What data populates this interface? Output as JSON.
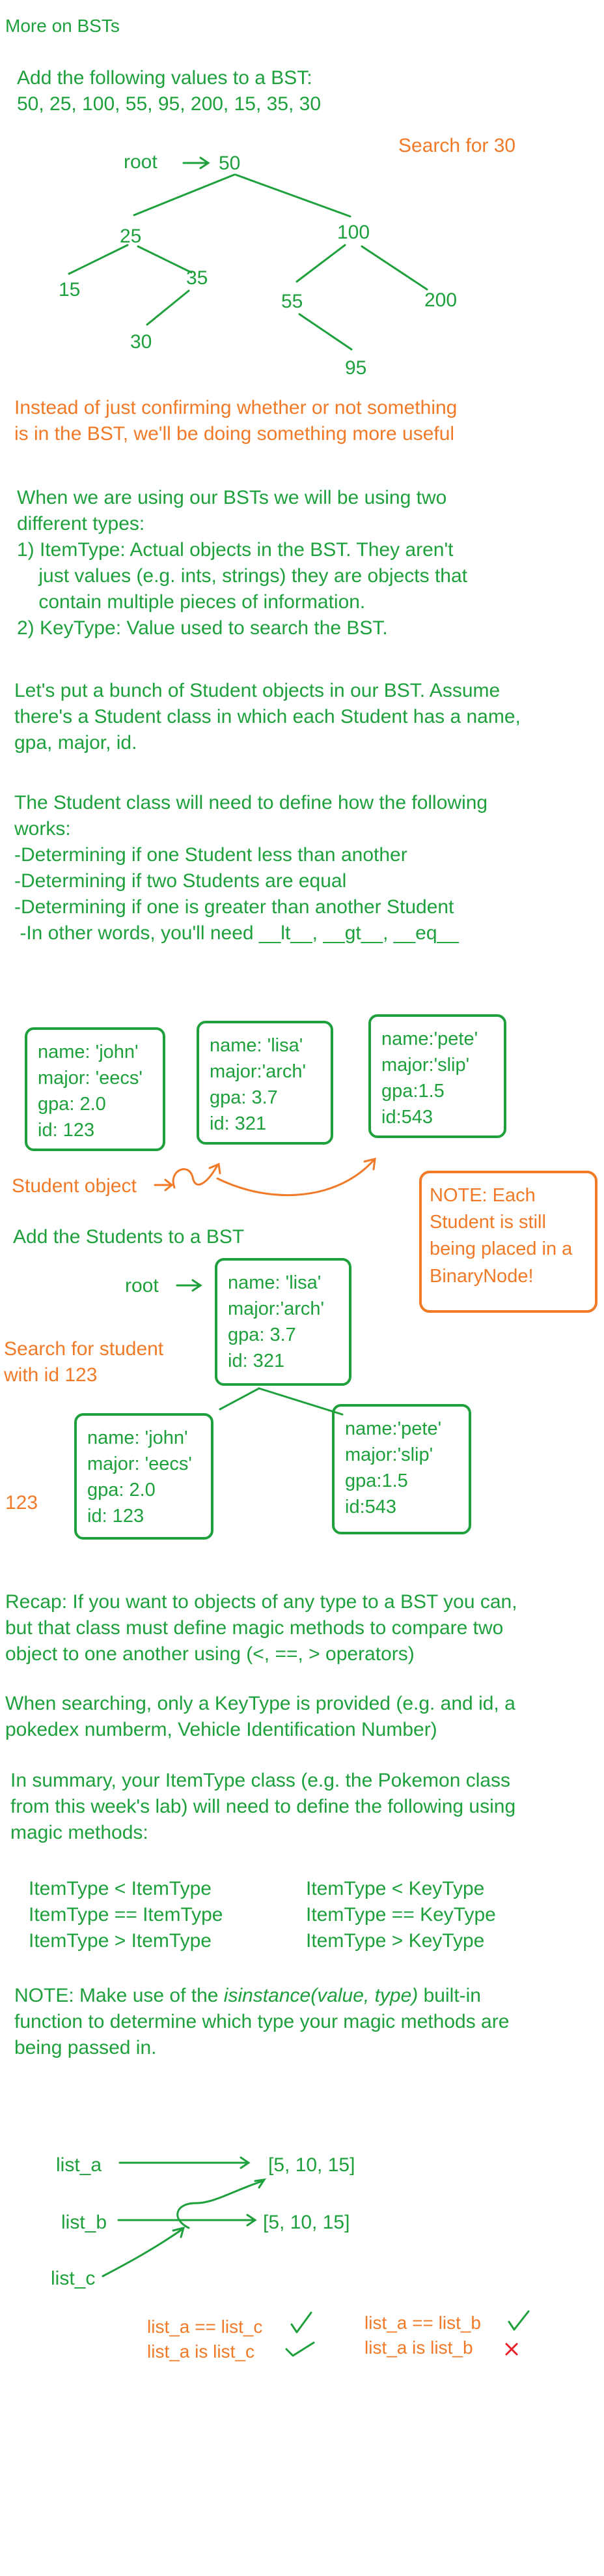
{
  "title": "More on BSTs",
  "intro": {
    "line1": "Add the following values to a BST:",
    "line2": "50, 25, 100, 55, 95, 200, 15, 35, 30"
  },
  "search_note": "Search for 30",
  "tree": {
    "root_label": "root",
    "nodes": [
      "50",
      "25",
      "100",
      "15",
      "35",
      "55",
      "200",
      "30",
      "95"
    ]
  },
  "orange_intro": [
    "Instead of just confirming whether or not something",
    "is in the BST, we'll be doing something more useful"
  ],
  "types": [
    "When we are using our BSTs we will be using two",
    "different types:",
    "1) ItemType: Actual objects in the BST. They aren't",
    "    just values (e.g. ints, strings) they are objects that",
    "    contain multiple pieces of information.",
    "2) KeyType: Value used to search the BST."
  ],
  "students_intro": [
    "Let's put a bunch of Student objects in our BST. Assume",
    "there's a Student class in which each Student has a name,",
    "gpa, major, id."
  ],
  "define": [
    "The Student class will need to define how the following",
    "works:",
    "-Determining if one Student less than another",
    "-Determining if two Students are equal",
    "-Determining if one is greater than another Student",
    " -In other words, you'll need __lt__, __gt__, __eq__"
  ],
  "cards": [
    [
      "name: 'john'",
      "major: 'eecs'",
      "gpa: 2.0",
      "id: 123"
    ],
    [
      "name: 'lisa'",
      "major:'arch'",
      "gpa: 3.7",
      "id: 321"
    ],
    [
      "name:'pete'",
      "major:'slip'",
      "gpa:1.5",
      "id:543"
    ]
  ],
  "student_object_label": "Student object",
  "note": "NOTE: Each Student is still being placed in a BinaryNode!",
  "add_students": "Add the Students to a BST",
  "student_tree": {
    "root_label": "root",
    "search_label": [
      "Search for student",
      "with id 123"
    ],
    "result": "123"
  },
  "recap": [
    "Recap: If you want to objects of any type to a BST you can,",
    "but that class must define magic methods to compare two",
    "object to one another using (<, ==, > operators)"
  ],
  "searching": [
    "When searching, only a KeyType is provided (e.g. and id, a",
    "pokedex numberm, Vehicle Identification Number)"
  ],
  "summary": [
    "In summary, your ItemType class (e.g. the Pokemon class",
    "from this week's lab) will need to define the following using",
    "magic methods:"
  ],
  "comparisons": {
    "left": [
      "ItemType < ItemType",
      "ItemType == ItemType",
      "ItemType > ItemType"
    ],
    "right": [
      "ItemType < KeyType",
      "ItemType == KeyType",
      "ItemType > KeyType"
    ]
  },
  "final_note": {
    "before": "NOTE: Make use of the ",
    "italic": "isinstance(value, type)",
    "after": " built-in",
    "line2": "function to determine which type your magic methods are",
    "line3": "being passed in."
  },
  "lists": {
    "list_a": "list_a",
    "list_b": "list_b",
    "list_c": "list_c",
    "value_top": "[5, 10, 15]",
    "value_bottom": "[5, 10, 15]",
    "eq_c": "list_a == list_c",
    "is_c": "list_a is list_c",
    "eq_b": "list_a == list_b",
    "is_b": "list_a is list_b"
  },
  "colors": {
    "green": "#1ea03c",
    "orange": "#f07a28",
    "red": "#e8202a"
  }
}
